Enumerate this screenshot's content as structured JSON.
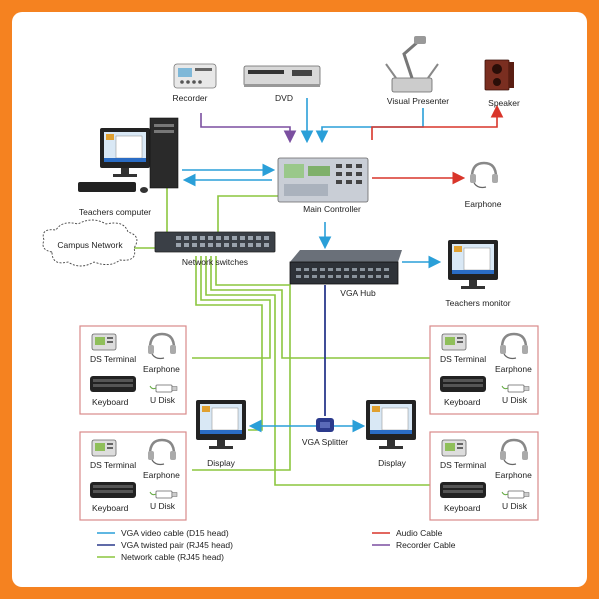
{
  "colors": {
    "frame": "#f58220",
    "vga_video": "#2a9fd8",
    "vga_twisted": "#2b3a8c",
    "network": "#8cc63f",
    "audio": "#d9352a",
    "recorder": "#7b4fa0",
    "terminal_box": "#d98a8a"
  },
  "devices": {
    "recorder": "Recorder",
    "dvd": "DVD",
    "visual_presenter": "Visual Presenter",
    "speaker": "Speaker",
    "teachers_computer": "Teachers computer",
    "main_controller": "Main Controller",
    "earphone": "Earphone",
    "campus_network": "Campus Network",
    "network_switches": "Network switches",
    "vga_hub": "VGA Hub",
    "teachers_monitor": "Teachers monitor",
    "vga_splitter": "VGA Splitter",
    "display": "Display"
  },
  "terminal": {
    "ds_terminal": "DS Terminal",
    "earphone": "Earphone",
    "keyboard": "Keyboard",
    "u_disk": "U Disk"
  },
  "legend": {
    "left": [
      {
        "label": "VGA video cable (D15 head)",
        "color_key": "vga_video"
      },
      {
        "label": "VGA twisted pair (RJ45 head)",
        "color_key": "vga_twisted"
      },
      {
        "label": "Network cable (RJ45 head)",
        "color_key": "network"
      }
    ],
    "right": [
      {
        "label": "Audio Cable",
        "color_key": "audio"
      },
      {
        "label": "Recorder Cable",
        "color_key": "recorder"
      }
    ]
  },
  "icons": {
    "recorder": "recorder-icon",
    "dvd": "dvd-player-icon",
    "presenter": "visual-presenter-icon",
    "speaker": "speaker-icon",
    "computer": "desktop-computer-icon",
    "controller": "main-controller-icon",
    "headset": "headset-icon",
    "cloud": "cloud-icon",
    "switch": "network-switch-icon",
    "hub": "vga-hub-icon",
    "monitor": "monitor-icon",
    "keyboard": "keyboard-icon",
    "usb": "usb-disk-icon"
  }
}
